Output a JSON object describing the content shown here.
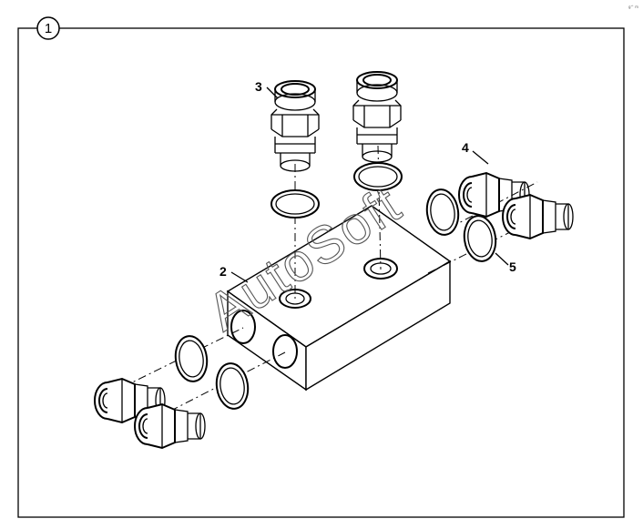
{
  "figure": {
    "callout_number": "1",
    "corner_mark": "g^ m",
    "watermark": "AutoSoft"
  },
  "parts": [
    {
      "id": "part-2",
      "label": "2"
    },
    {
      "id": "part-3",
      "label": "3"
    },
    {
      "id": "part-4",
      "label": "4"
    },
    {
      "id": "part-5",
      "label": "5"
    }
  ]
}
